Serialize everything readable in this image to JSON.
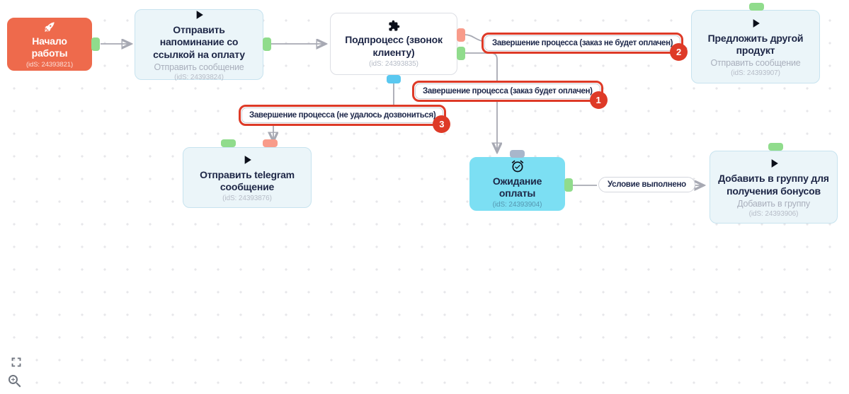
{
  "nodes": [
    {
      "key": "start",
      "title": "Начало работы",
      "meta": "(idS: 24393821)",
      "icon": "rocket-icon"
    },
    {
      "key": "reminder",
      "title": "Отправить напоминание со ссылкой на оплату",
      "subtitle": "Отправить сообщение",
      "meta": "(idS: 24393824)",
      "icon": "play-icon"
    },
    {
      "key": "subprocess",
      "title": "Подпроцесс (звонок клиенту)",
      "meta": "(idS: 24393835)",
      "icon": "puzzle-icon"
    },
    {
      "key": "offer-product",
      "title": "Предложить другой продукт",
      "subtitle": "Отправить сообщение",
      "meta": "(idS: 24393907)",
      "icon": "play-icon"
    },
    {
      "key": "telegram",
      "title": "Отправить telegram сообщение",
      "meta": "(idS: 24393876)",
      "icon": "play-icon"
    },
    {
      "key": "wait-payment",
      "title": "Ожидание оплаты",
      "meta": "(idS: 24393904)",
      "icon": "alarm-check-icon"
    },
    {
      "key": "add-group",
      "title": "Добавить в группу для получения бонусов",
      "subtitle": "Добавить в группу",
      "meta": "(idS: 24393906)",
      "icon": "play-icon"
    }
  ],
  "edge_labels": [
    {
      "text": "Завершение процесса (заказ не будет оплачен)",
      "badge": "2"
    },
    {
      "text": "Завершение процесса (заказ будет оплачен)",
      "badge": "1"
    },
    {
      "text": "Завершение процесса (не удалось дозвониться)",
      "badge": "3"
    }
  ],
  "condition_label": {
    "text": "Условие выполнено"
  },
  "controls": {
    "fullscreen": "fullscreen-icon",
    "zoom_in": "zoom-in-icon"
  },
  "colors": {
    "accent_red": "#de3a27",
    "node_orange": "#ee6a4c",
    "node_cyan": "#7cdff3",
    "node_pale_blue": "#ebf5f9",
    "handle_green": "#90dc8c",
    "handle_salmon": "#f89b8a",
    "handle_blue": "#5ac8f0",
    "handle_gray": "#a8b6cb",
    "edge_gray": "#a7a9b3"
  }
}
